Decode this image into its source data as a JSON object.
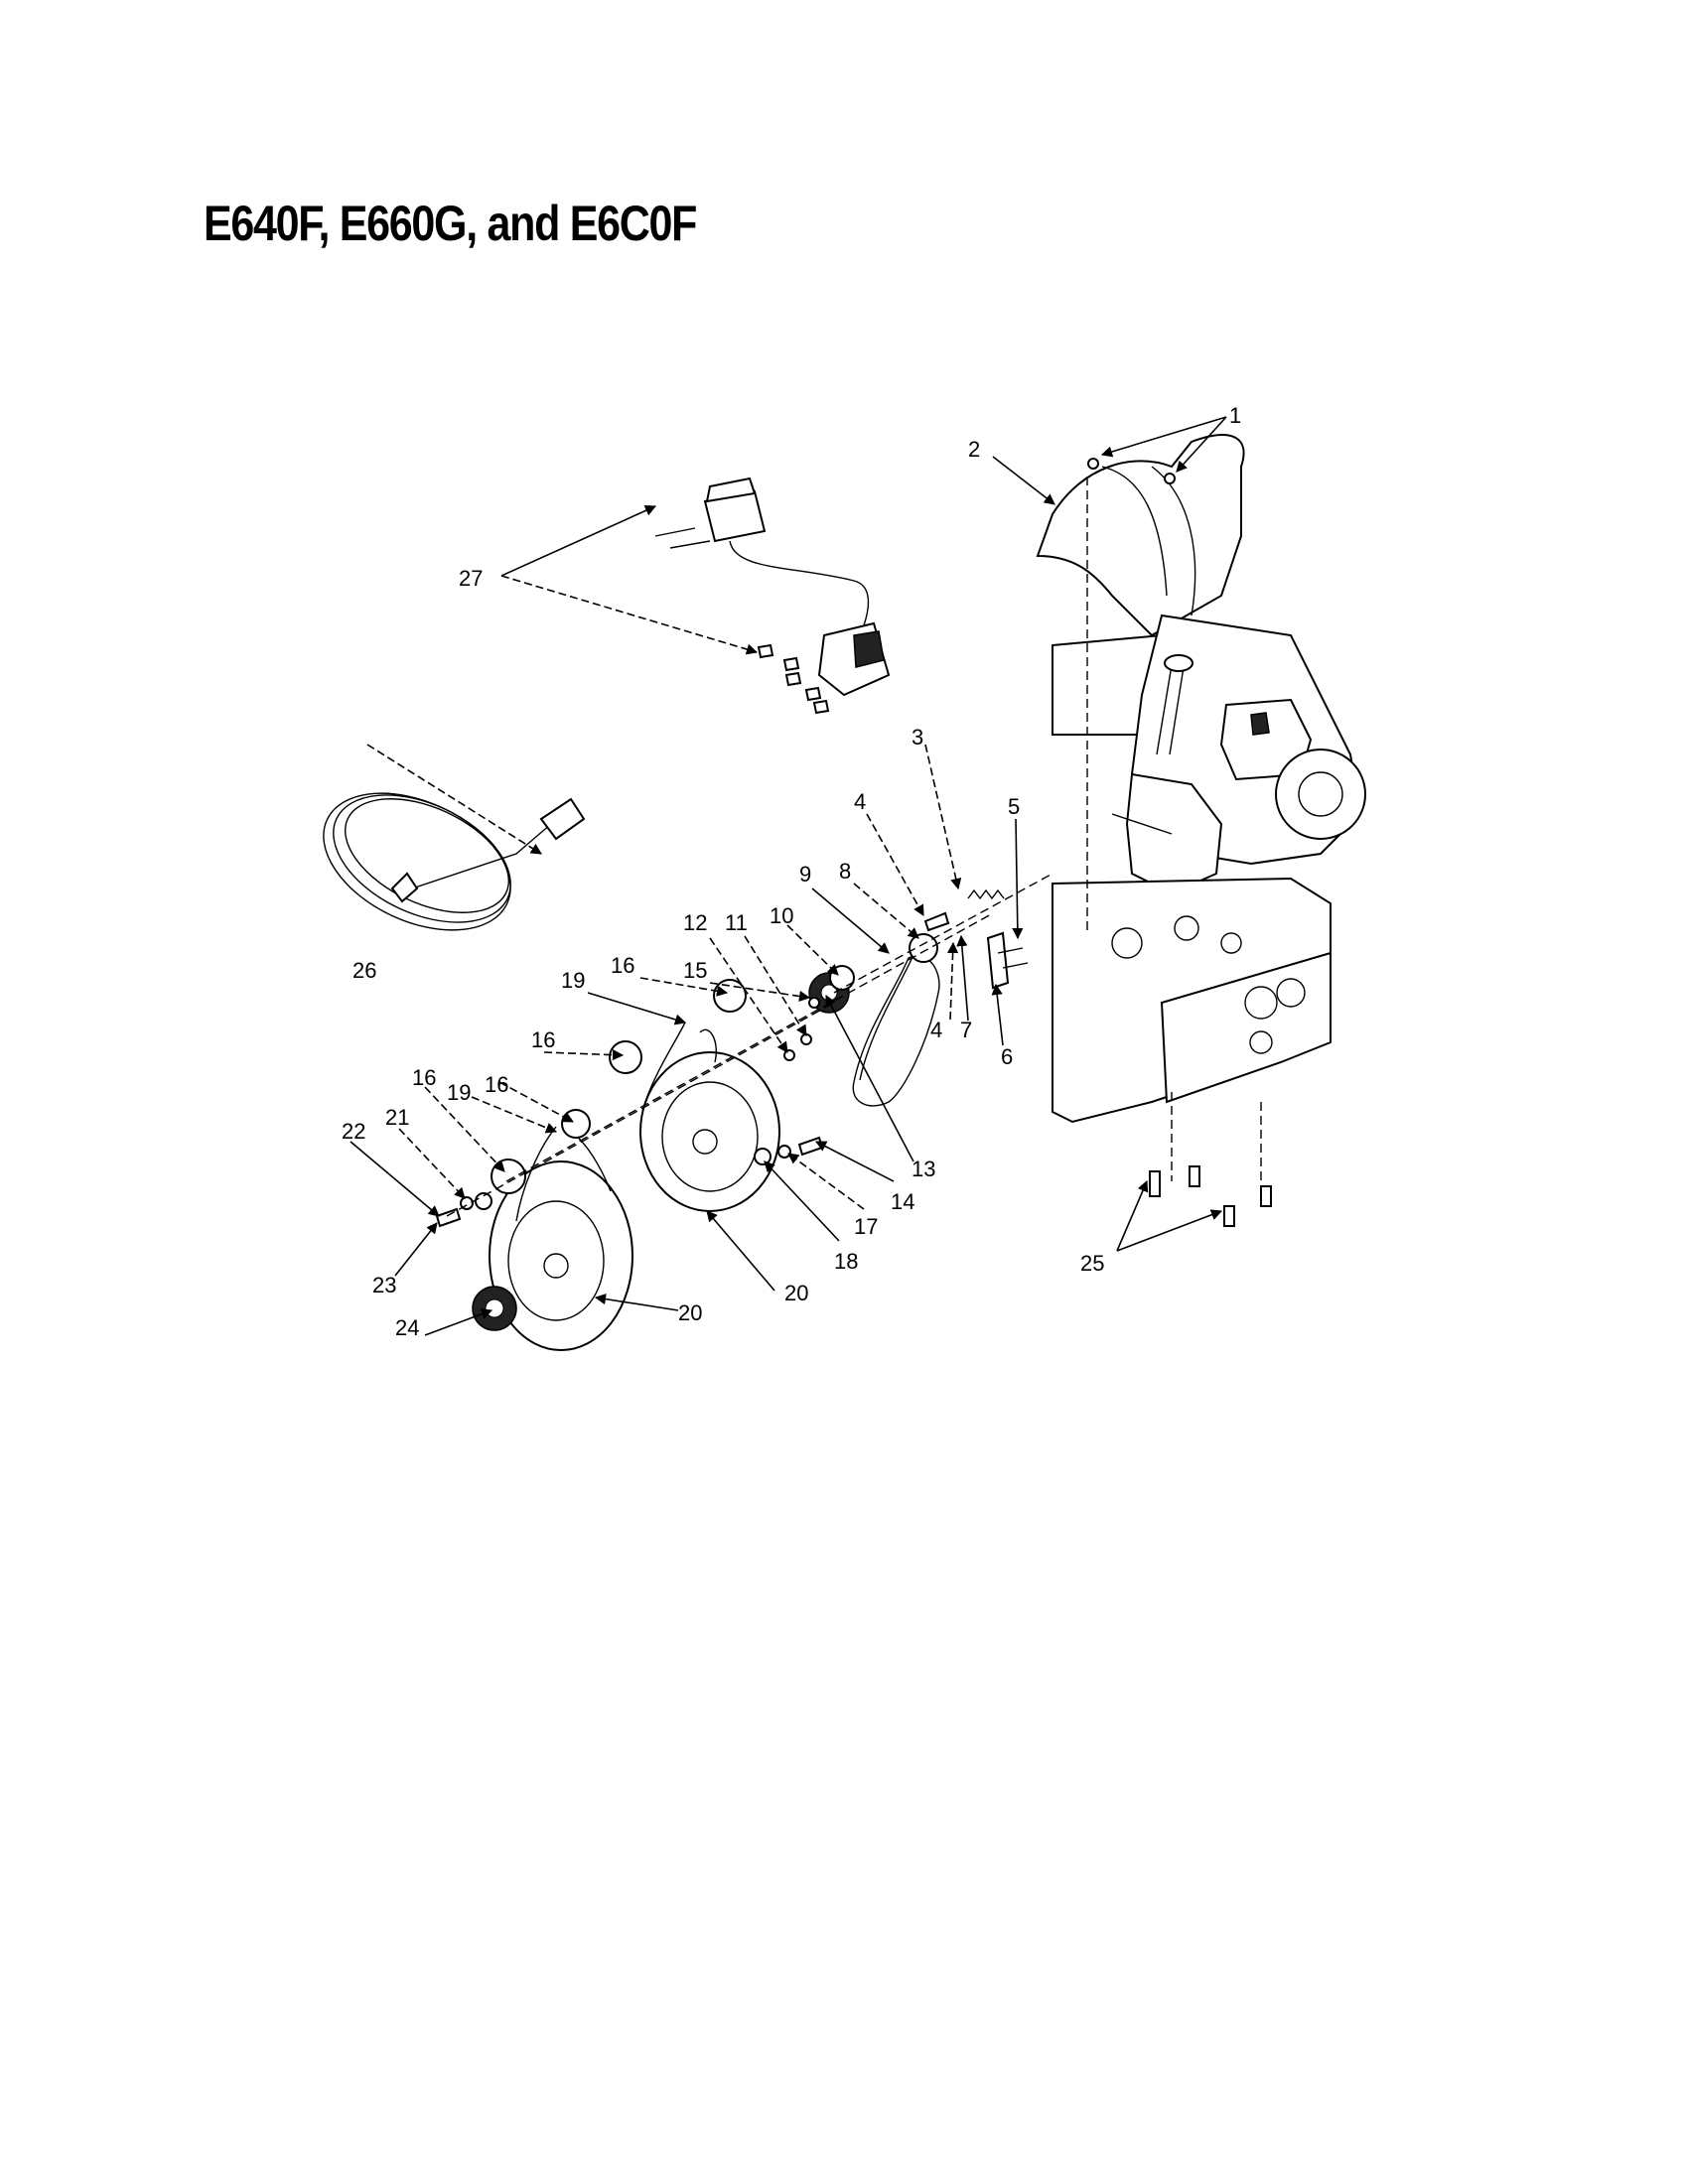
{
  "title": "E640F, E660G, and E6C0F",
  "labels": {
    "l1": "1",
    "l2": "2",
    "l3": "3",
    "l4a": "4",
    "l4b": "4",
    "l5": "5",
    "l6": "6",
    "l7": "7",
    "l8": "8",
    "l9": "9",
    "l10": "10",
    "l11": "11",
    "l12": "12",
    "l13": "13",
    "l14": "14",
    "l15": "15",
    "l16a": "16",
    "l16b": "16",
    "l16c": "16",
    "l16d": "16",
    "l17": "17",
    "l18": "18",
    "l19a": "19",
    "l19b": "19",
    "l20a": "20",
    "l20b": "20",
    "l21": "21",
    "l22": "22",
    "l23": "23",
    "l24": "24",
    "l25": "25",
    "l26": "26",
    "l27": "27"
  }
}
